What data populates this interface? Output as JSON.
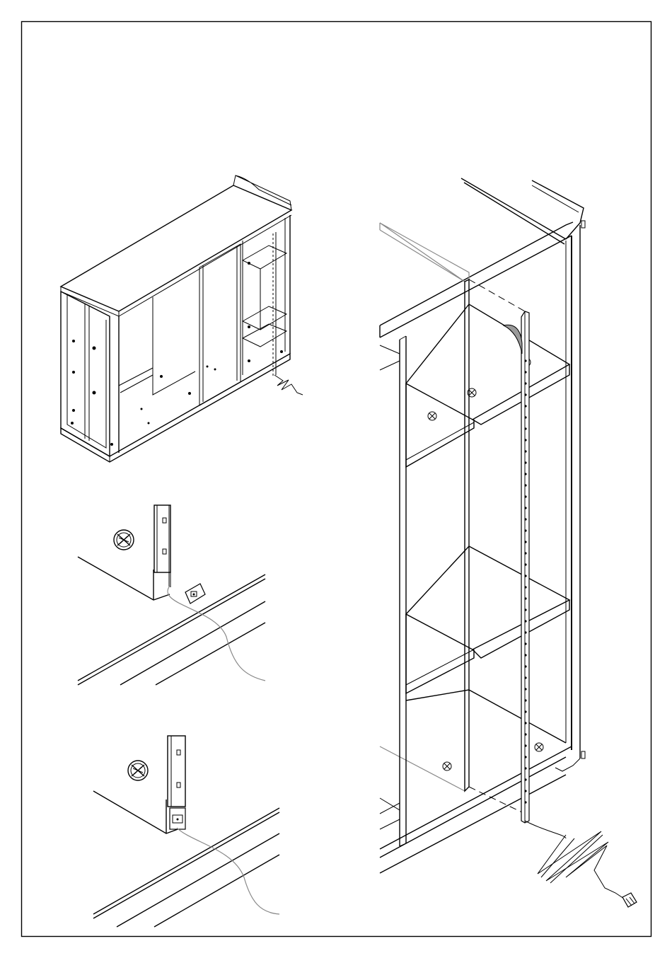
{
  "page": {
    "border_color": "#000000",
    "background": "#ffffff",
    "line_color": "#000000"
  },
  "figures": [
    {
      "id": "overview",
      "icon": "wardrobe-overview"
    },
    {
      "id": "detail-top",
      "icon": "led-strip-connector-open"
    },
    {
      "id": "detail-bottom",
      "icon": "led-strip-connector-closed"
    },
    {
      "id": "main",
      "icon": "led-strip-install"
    }
  ]
}
